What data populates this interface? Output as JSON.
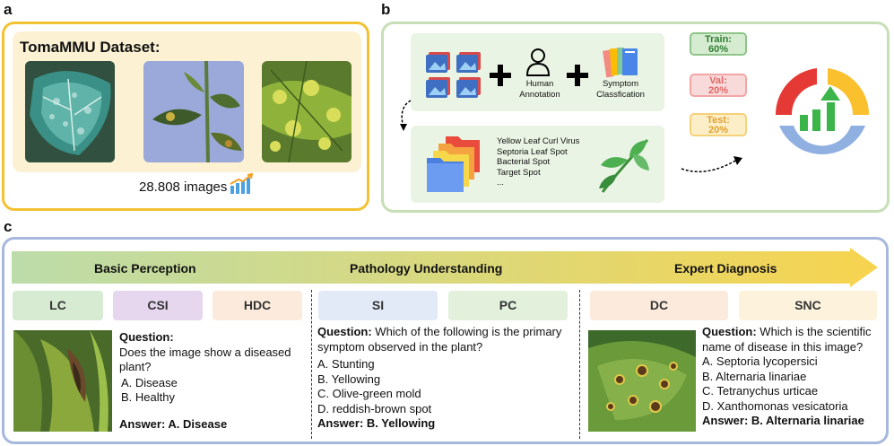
{
  "panel_labels": {
    "a": "a",
    "b": "b",
    "c": "c"
  },
  "panel_a": {
    "title": "TomaMMU Dataset:",
    "image_count": "28.808 images"
  },
  "panel_b": {
    "human_annotation": "Human\nAnnotation",
    "symptom_classification": "Symptom\nClassfication",
    "diseases": [
      "Yellow Leaf Curl Virus",
      "Septoria Leaf Spot",
      "Bacterial Spot",
      "Target Spot",
      "..."
    ],
    "splits": [
      {
        "label": "Train:",
        "value": "60%",
        "color": "#2e7d32",
        "bg": "#d6ecd0",
        "border": "#8fc48a"
      },
      {
        "label": "Val:",
        "value": "20%",
        "color": "#e06666",
        "bg": "#f8dada",
        "border": "#f2a6a6"
      },
      {
        "label": "Test:",
        "value": "20%",
        "color": "#e0a030",
        "bg": "#fcefc8",
        "border": "#f5d27a"
      }
    ],
    "ring_colors": {
      "red": "#e53935",
      "yellow": "#fbc02d",
      "blue": "#8fb0e0",
      "green": "#3bb54a"
    }
  },
  "panel_c": {
    "stages": [
      "Basic Perception",
      "Pathology Understanding",
      "Expert Diagnosis"
    ],
    "tasks": [
      {
        "label": "LC",
        "bg": "#d7ebd3"
      },
      {
        "label": "CSI",
        "bg": "#e6d6ee"
      },
      {
        "label": "HDC",
        "bg": "#fcebdc"
      },
      {
        "label": "SI",
        "bg": "#e3eaf7"
      },
      {
        "label": "PC",
        "bg": "#e2f0dc"
      },
      {
        "label": "DC",
        "bg": "#fcebdc"
      },
      {
        "label": "SNC",
        "bg": "#fdf2dc"
      }
    ],
    "q1": {
      "question_label": "Question:",
      "question": "Does the image show a diseased plant?",
      "options": [
        "A. Disease",
        "B. Healthy"
      ],
      "answer": "Answer: A. Disease"
    },
    "q2": {
      "question_label": "Question:",
      "question": "Which of the following is the primary symptom observed in the plant?",
      "options": [
        "A. Stunting",
        "B. Yellowing",
        "C. Olive-green mold",
        "D. reddish-brown spot"
      ],
      "answer": "Answer: B. Yellowing"
    },
    "q3": {
      "question_label": "Question:",
      "question": "Which is the scientific name of disease in this image?",
      "options": [
        "A. Septoria lycopersici",
        "B. Alternaria linariae",
        "C. Tetranychus urticae",
        "D. Xanthomonas vesicatoria"
      ],
      "answer": "Answer: B. Alternaria linariae"
    }
  }
}
